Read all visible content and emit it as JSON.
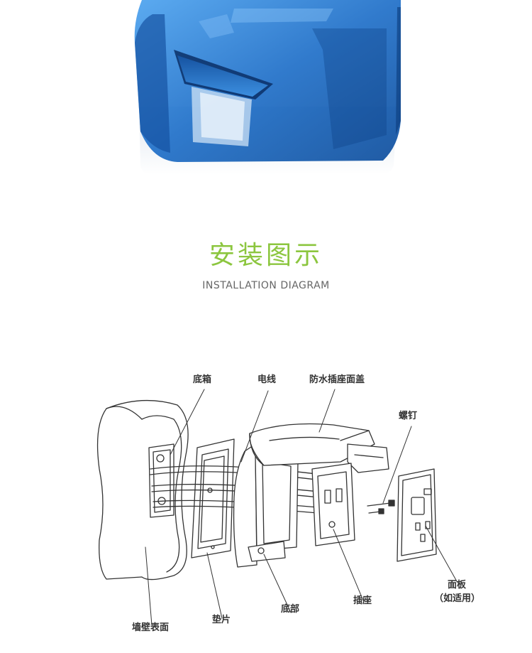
{
  "heading": {
    "title": "安装图示",
    "subtitle": "INSTALLATION DIAGRAM"
  },
  "diagram": {
    "labels": {
      "base_box": "底箱",
      "wire": "电线",
      "waterproof_cover": "防水插座面盖",
      "screw": "螺钉",
      "wall_surface": "墙壁表面",
      "gasket": "垫片",
      "bottom_part": "底部",
      "socket": "插座",
      "panel": "面板",
      "panel_note": "（如适用）"
    }
  },
  "colors": {
    "title_green": "#8cc63f",
    "cover_blue": "#2a7fd4",
    "line_art": "#333333"
  }
}
